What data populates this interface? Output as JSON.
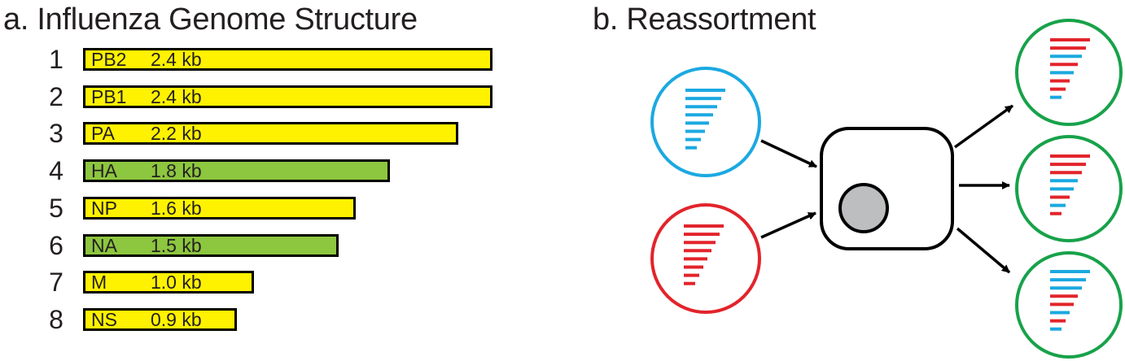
{
  "panel_a": {
    "title": "a. Influenza Genome Structure",
    "segments": [
      {
        "number": "1",
        "name": "PB2",
        "size": "2.4 kb",
        "kb": 2.4,
        "color": "#fff200"
      },
      {
        "number": "2",
        "name": "PB1",
        "size": "2.4 kb",
        "kb": 2.4,
        "color": "#fff200"
      },
      {
        "number": "3",
        "name": "PA",
        "size": "2.2 kb",
        "kb": 2.2,
        "color": "#fff200"
      },
      {
        "number": "4",
        "name": "HA",
        "size": "1.8 kb",
        "kb": 1.8,
        "color": "#8dc63f"
      },
      {
        "number": "5",
        "name": "NP",
        "size": "1.6 kb",
        "kb": 1.6,
        "color": "#fff200"
      },
      {
        "number": "6",
        "name": "NA",
        "size": "1.5 kb",
        "kb": 1.5,
        "color": "#8dc63f"
      },
      {
        "number": "7",
        "name": "M",
        "size": "1.0 kb",
        "kb": 1.0,
        "color": "#fff200"
      },
      {
        "number": "8",
        "name": "NS",
        "size": "0.9 kb",
        "kb": 0.9,
        "color": "#fff200"
      }
    ]
  },
  "panel_b": {
    "title": "b. Reassortment",
    "colors": {
      "virus_a": "#1ba9e1",
      "virus_b": "#e2242b",
      "progeny_border": "#17a24a",
      "nucleus": "#bcbec0",
      "outline": "#000000"
    },
    "parents": [
      {
        "id": "virus-blue",
        "segment_colors": [
          "blue",
          "blue",
          "blue",
          "blue",
          "blue",
          "blue",
          "blue",
          "blue"
        ]
      },
      {
        "id": "virus-red",
        "segment_colors": [
          "red",
          "red",
          "red",
          "red",
          "red",
          "red",
          "red",
          "red"
        ]
      }
    ],
    "progeny": [
      {
        "id": "progeny-1",
        "segment_colors": [
          "red",
          "red",
          "blue",
          "red",
          "blue",
          "red",
          "red",
          "blue"
        ]
      },
      {
        "id": "progeny-2",
        "segment_colors": [
          "red",
          "red",
          "red",
          "blue",
          "blue",
          "red",
          "blue",
          "red"
        ]
      },
      {
        "id": "progeny-3",
        "segment_colors": [
          "blue",
          "blue",
          "blue",
          "red",
          "red",
          "blue",
          "red",
          "blue"
        ]
      }
    ]
  }
}
